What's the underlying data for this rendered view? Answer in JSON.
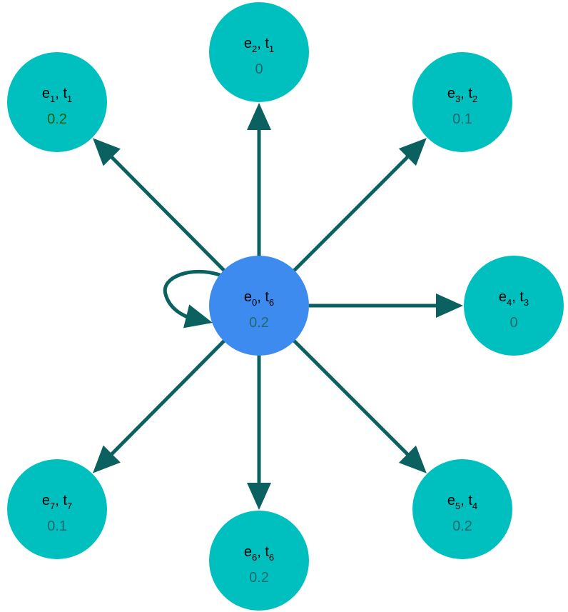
{
  "colors": {
    "edge": "#0b6060",
    "center_node": "#3d8bef",
    "outer_node": "#00bfbf",
    "label_text": "#000000",
    "value_text": "#1e6a6e",
    "value_text_highlight": "#1f5f0c"
  },
  "nodes": [
    {
      "id": "n0",
      "entity": "e",
      "entity_sub": "0",
      "time": "t",
      "time_sub": "6",
      "value": "0.2",
      "role": "center"
    },
    {
      "id": "n1",
      "entity": "e",
      "entity_sub": "1",
      "time": "t",
      "time_sub": "1",
      "value": "0.2",
      "role": "outer",
      "value_highlight": true
    },
    {
      "id": "n2",
      "entity": "e",
      "entity_sub": "2",
      "time": "t",
      "time_sub": "1",
      "value": "0",
      "role": "outer"
    },
    {
      "id": "n3",
      "entity": "e",
      "entity_sub": "3",
      "time": "t",
      "time_sub": "2",
      "value": "0.1",
      "role": "outer"
    },
    {
      "id": "n4",
      "entity": "e",
      "entity_sub": "4",
      "time": "t",
      "time_sub": "3",
      "value": "0",
      "role": "outer"
    },
    {
      "id": "n5",
      "entity": "e",
      "entity_sub": "5",
      "time": "t",
      "time_sub": "4",
      "value": "0.2",
      "role": "outer"
    },
    {
      "id": "n6",
      "entity": "e",
      "entity_sub": "6",
      "time": "t",
      "time_sub": "6",
      "value": "0.2",
      "role": "outer"
    },
    {
      "id": "n7",
      "entity": "e",
      "entity_sub": "7",
      "time": "t",
      "time_sub": "7",
      "value": "0.1",
      "role": "outer"
    }
  ],
  "edges": [
    {
      "from": "n0",
      "to": "n0",
      "kind": "self-loop"
    },
    {
      "from": "n0",
      "to": "n1"
    },
    {
      "from": "n0",
      "to": "n2"
    },
    {
      "from": "n0",
      "to": "n3"
    },
    {
      "from": "n0",
      "to": "n4"
    },
    {
      "from": "n0",
      "to": "n5"
    },
    {
      "from": "n0",
      "to": "n6"
    },
    {
      "from": "n0",
      "to": "n7"
    }
  ]
}
